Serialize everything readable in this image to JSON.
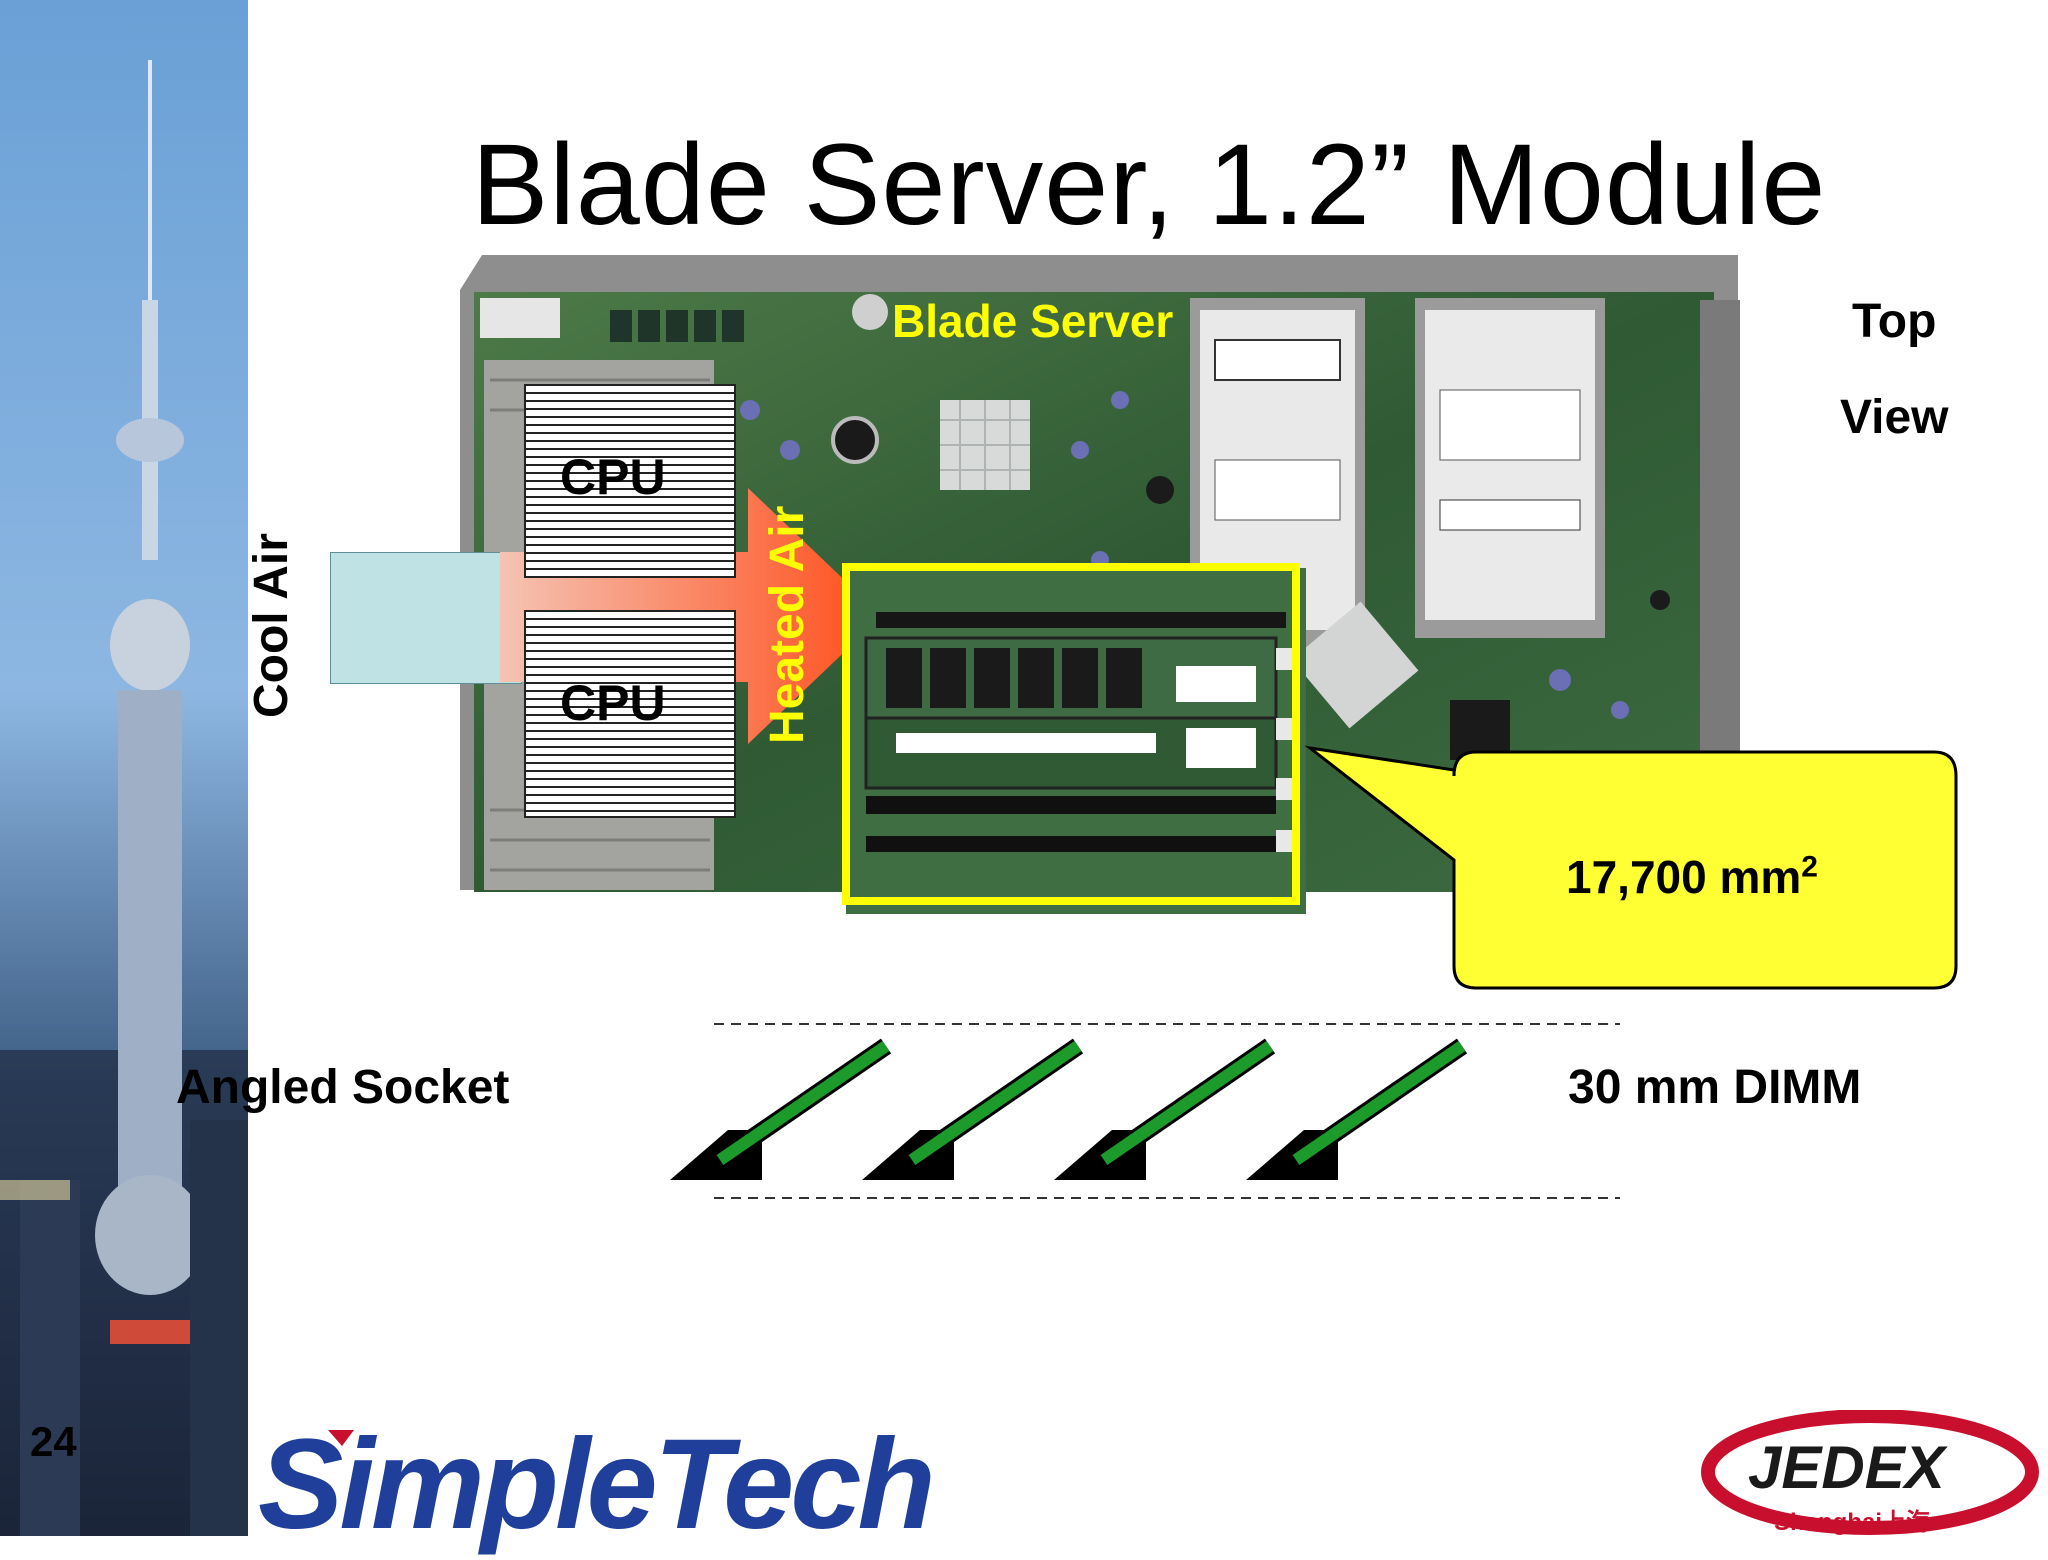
{
  "slide": {
    "title": "Blade Server, 1.2” Module",
    "number": "24",
    "view_top": "Top",
    "view_bottom": "View",
    "photo_label": "Blade Server",
    "cpu_labels": [
      "CPU",
      "CPU"
    ],
    "cool_air": "Cool Air",
    "heated_air": "Heated Air",
    "area_callout": "17,700 mm",
    "area_superscript": "2",
    "angled_socket": "Angled Socket",
    "dimm_label": "30 mm DIMM",
    "logo_left": "SimpleTech",
    "logo_right_main": "JEDEX",
    "logo_right_sub": "Shanghai上海"
  },
  "colors": {
    "highlight_yellow": "#ffff00",
    "callout_fill": "#ffff33",
    "board_green": "#2f5a34",
    "dimm_green": "#1c9a2a",
    "logo_blue": "#1f3f9a",
    "logo_red": "#c8102e"
  }
}
